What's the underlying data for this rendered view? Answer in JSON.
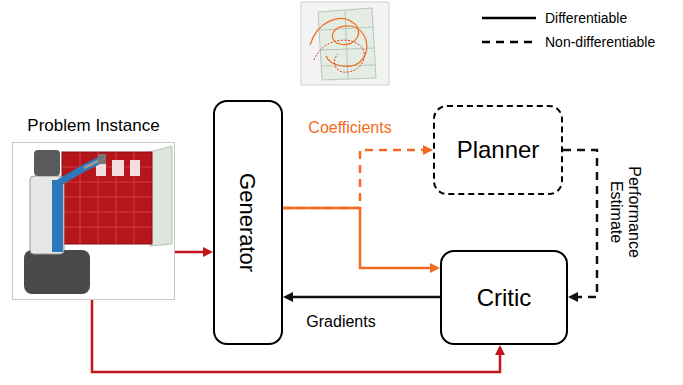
{
  "diagram": {
    "nodes": [
      {
        "text": [
          "Problem Instance"
        ]
      },
      {
        "text": [
          "Generator"
        ]
      },
      {
        "text": [
          "Planner"
        ]
      },
      {
        "text": [
          "Critic"
        ]
      }
    ],
    "edges": [
      {
        "from": 0,
        "to": 1,
        "arrow": "to"
      },
      {
        "from": 1,
        "to": 2,
        "arrow": "to"
      },
      {
        "from": 1,
        "to": 3,
        "arrow": "to"
      },
      {
        "from": 2,
        "to": 3,
        "label": "Performance Estimate",
        "arrow": "to"
      },
      {
        "from": 3,
        "to": 1,
        "label": "Gradients",
        "arrow": "to"
      },
      {
        "from": 0,
        "to": 3,
        "arrow": "to"
      }
    ],
    "labels": [
      "Coefficients"
    ],
    "legend": [
      {
        "text": "Differentiable"
      },
      {
        "text": "Non-differentiable"
      }
    ]
  }
}
